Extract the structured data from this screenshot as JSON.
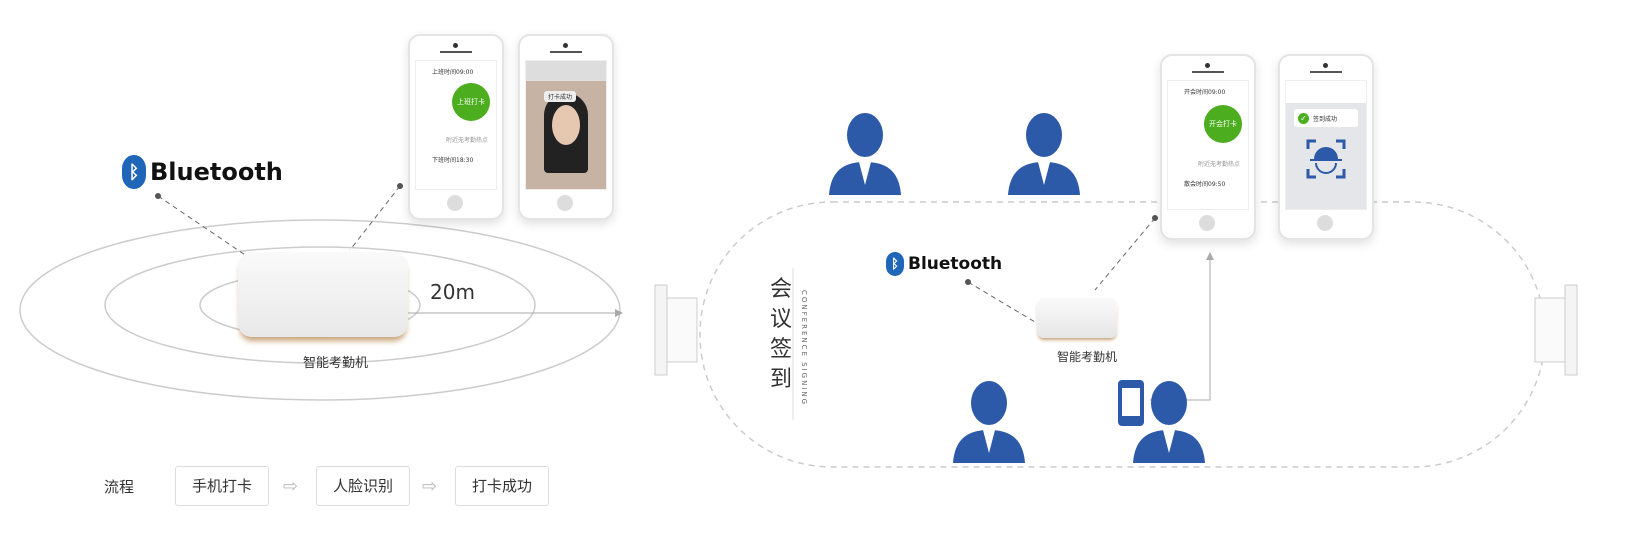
{
  "left": {
    "bluetooth_label": "Bluetooth",
    "distance": "20m",
    "device_label": "智能考勤机",
    "phone1": {
      "start_time": "上班时间09:00",
      "button": "上班打卡",
      "hint": "附近无考勤热点",
      "end_time": "下班时间18:30"
    },
    "phone2": {
      "badge": "打卡成功"
    },
    "flow": {
      "title": "流程",
      "steps": [
        "手机打卡",
        "人脸识别",
        "打卡成功"
      ]
    }
  },
  "right": {
    "bluetooth_label": "Bluetooth",
    "device_label": "智能考勤机",
    "title": "会议签到",
    "subtitle": "CONFERENCE SIGNING",
    "phone1": {
      "start_time": "开会时间09:00",
      "button": "开会打卡",
      "hint": "附近无考勤热点",
      "end_time": "散会时间09:50"
    },
    "phone2": {
      "badge": "签到成功"
    }
  },
  "colors": {
    "accent_green": "#4cae1f",
    "person_blue": "#2d5aa8",
    "bluetooth_blue": "#1f65b8"
  }
}
